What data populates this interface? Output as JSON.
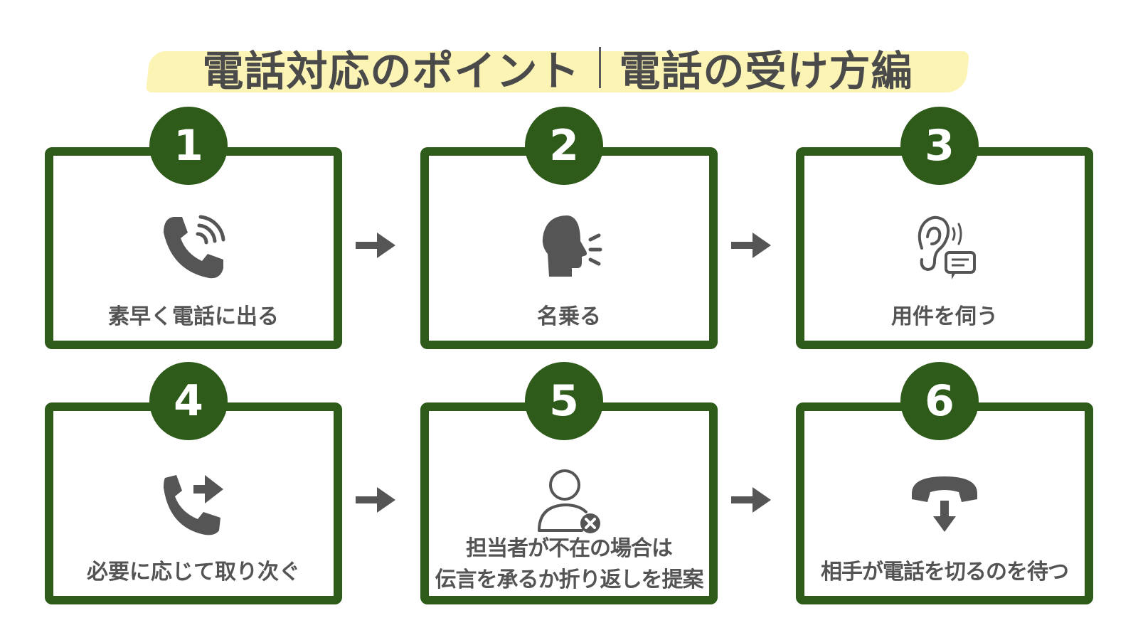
{
  "title": {
    "left": "電話対応のポイント",
    "right": "電話の受け方編"
  },
  "colors": {
    "accent": "#2e5b1a",
    "icon": "#555555",
    "text": "#545454",
    "highlight": "#fbf4b4"
  },
  "steps": [
    {
      "number": "1",
      "icon": "phone-ringing-icon",
      "label": "素早く電話に出る"
    },
    {
      "number": "2",
      "icon": "speaking-head-icon",
      "label": "名乗る"
    },
    {
      "number": "3",
      "icon": "ear-listening-icon",
      "label": "用件を伺う"
    },
    {
      "number": "4",
      "icon": "phone-forward-icon",
      "label": "必要に応じて取り次ぐ"
    },
    {
      "number": "5",
      "icon": "user-absent-icon",
      "label_line1": "担当者が不在の場合は",
      "label_line2": "伝言を承るか折り返しを提案"
    },
    {
      "number": "6",
      "icon": "phone-hangup-icon",
      "label": "相手が電話を切るのを待つ"
    }
  ]
}
